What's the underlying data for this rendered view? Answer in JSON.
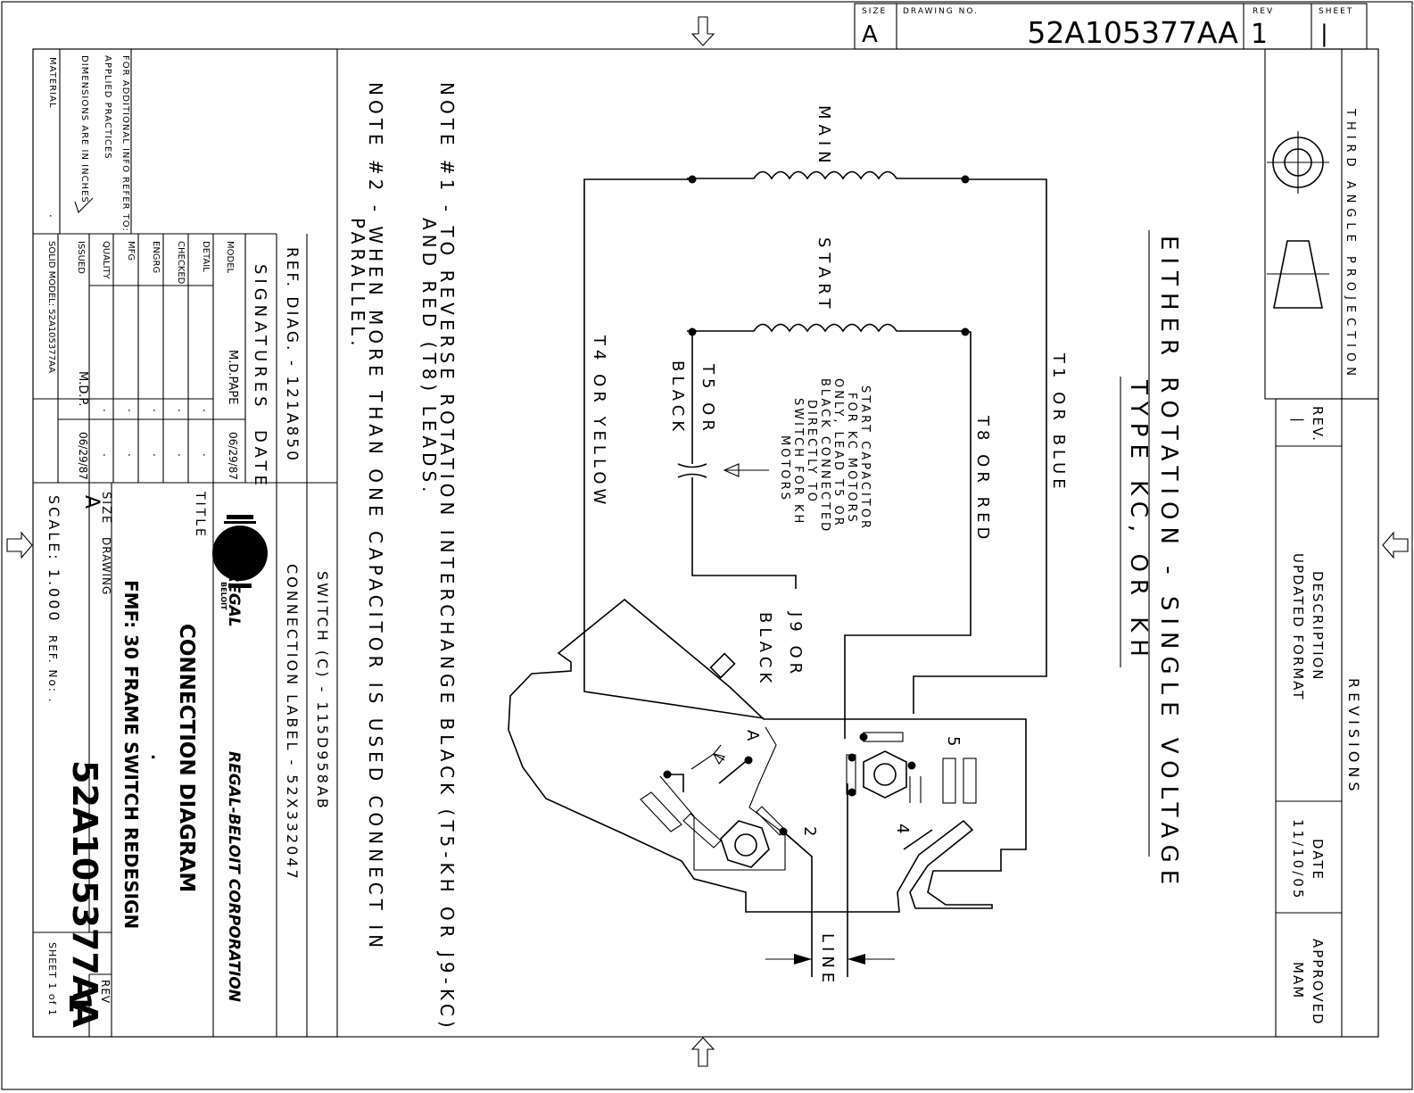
{
  "header": {
    "size_label": "SIZE",
    "size_value": "A",
    "drawing_no_label": "DRAWING NO.",
    "drawing_no": "52A105377AA",
    "rev_label": "REV",
    "rev_value": "1",
    "sheet_label": "SHEET",
    "sheet_value": "|"
  },
  "projection": {
    "label": "THIRD ANGLE PROJECTION"
  },
  "revisions": {
    "title": "REVISIONS",
    "columns": [
      "REV.",
      "DESCRIPTION",
      "DATE",
      "APPROVED"
    ],
    "rows": [
      {
        "rev": "|",
        "description": "UPDATED FORMAT",
        "date": "11/10/05",
        "approved": "MAM"
      }
    ]
  },
  "diagram": {
    "title_line1": "EITHER ROTATION - SINGLE VOLTAGE",
    "title_line2": "TYPE KC, OR KH",
    "winding_main": "MAIN",
    "winding_start": "START",
    "lead_t1": "T1 OR BLUE",
    "lead_t8": "T8 OR RED",
    "lead_t5": "T5 OR",
    "lead_t5_color": "BLACK",
    "lead_t4": "T4 OR YELLOW",
    "lead_j9": "J9 OR",
    "lead_j9_color": "BLACK",
    "capacitor_note": [
      "START CAPACITOR",
      "FOR KC MOTORS",
      "ONLY, LEAD T5 OR",
      "BLACK CONNECTED",
      "DIRECTLY TO",
      "SWITCH FOR KH",
      "MOTORS"
    ],
    "terminal_a": "A",
    "terminal_2": "2",
    "terminal_4": "4",
    "terminal_5": "5",
    "line_label": "LINE"
  },
  "notes": {
    "note1_line1": "NOTE #1 - TO REVERSE ROTATION INTERCHANGE BLACK (T5-KH OR J9-KC)",
    "note1_line2": "AND RED (T8) LEADS.",
    "note2_line1": "NOTE #2 - WHEN MORE THAN ONE CAPACITOR IS USED CONNECT IN",
    "note2_line2": "PARALLEL."
  },
  "title_block": {
    "switch_ref": "SWITCH (C) - 115D958AB",
    "ref_diag": "REF. DIAG. - 121A850",
    "connection_label": "CONNECTION LABEL - 52X332047",
    "signatures_label": "SIGNATURES",
    "date_label": "DATE",
    "roles": [
      "MODEL",
      "DETAIL",
      "CHECKED",
      "ENGRG",
      "MFG",
      "QUALITY",
      "ISSUED"
    ],
    "signers": [
      "M.D.PAPE",
      ".",
      ".",
      ".",
      ".",
      ".",
      "M.D.P."
    ],
    "dates": [
      "06/29/87",
      ".",
      ".",
      ".",
      ".",
      ".",
      "06/29/87"
    ],
    "solid_model": "SOLID MODEL: 52A105377AA",
    "additional_info": "FOR ADDITIONAL INFO REFER TO:",
    "applied_practices": "APPLIED PRACTICES",
    "dimensions": "DIMENSIONS ARE IN INCHES",
    "material_label": "MATERIAL",
    "material_value": ".",
    "company_logo_line1": "REGAL",
    "company_logo_line2": "BELOIT",
    "company_name": "REGAL-BELOIT CORPORATION",
    "title_label": "TITLE",
    "title_line1": "CONNECTION DIAGRAM",
    "title_line2": ".",
    "title_line3": "FMF: 30 FRAME SWITCH REDESIGN",
    "size_label": "SIZE",
    "size_value": "A",
    "drawing_label": "DRAWING",
    "drawing_no": "52A105377AA",
    "rev_label": "REV",
    "rev_value": "1",
    "scale": "SCALE: 1.000",
    "ref_no": "REF. No: .",
    "sheet": "SHEET 1 of 1"
  }
}
